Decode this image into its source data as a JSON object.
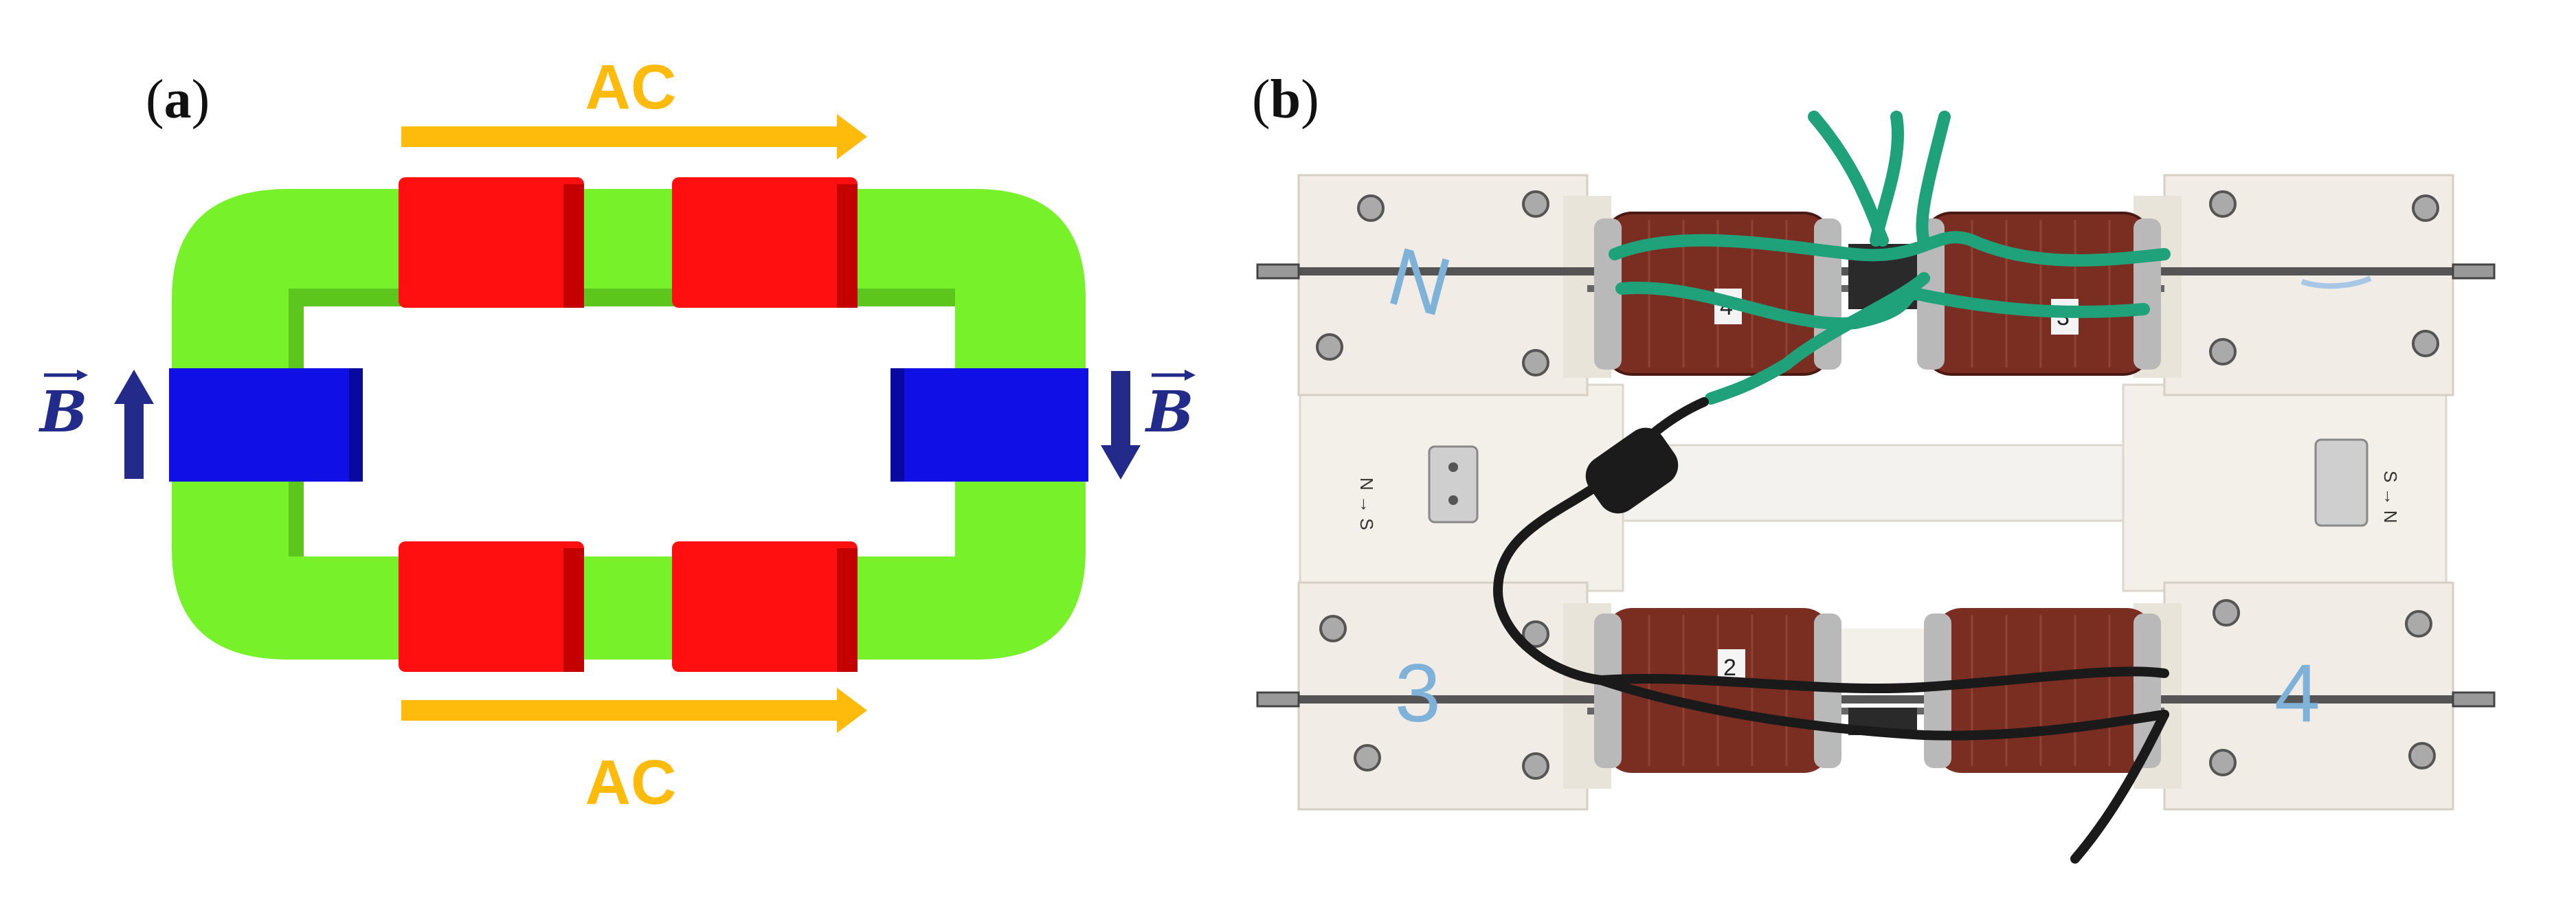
{
  "panel_a": {
    "label_open": "(",
    "label_letter": "a",
    "label_close": ")",
    "top_current_label": "AC",
    "bottom_current_label": "AC",
    "left_field_label": "B",
    "right_field_label": "B",
    "colors": {
      "core": "#77f22a",
      "core_inner": "#5cc61c",
      "coil": "#ff0f0f",
      "coil_dark": "#c40000",
      "magnet": "#1010e6",
      "magnet_dark": "#0909a0",
      "arrow": "#ffbb0c",
      "field_arrow": "#222a8a",
      "ac_text": "#ffbb0c"
    }
  },
  "panel_b": {
    "label_open": "(",
    "label_letter": "b",
    "label_close": ")",
    "corner_numbers": {
      "top_left": "N",
      "bottom_left": "3",
      "bottom_right": "4"
    },
    "coil_tags": [
      "4",
      "3",
      "2"
    ],
    "magnet_left_direction": "N → S",
    "magnet_right_direction": "S → N",
    "colors": {
      "block": "#f1ede6",
      "coil_copper": "#7a2e22",
      "wire_green": "#1fa27a",
      "wire_black": "#1a1a1a",
      "marker_blue": "#7fb2d9"
    }
  }
}
